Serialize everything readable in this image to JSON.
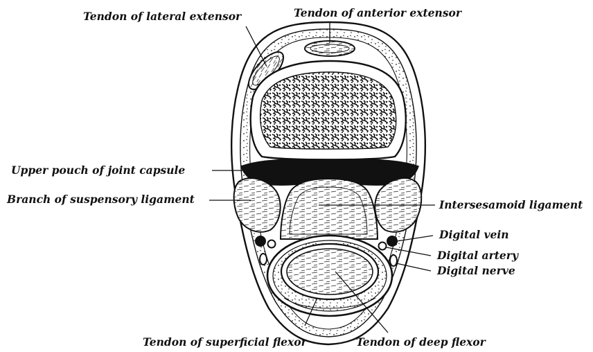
{
  "labels": {
    "tendon_lateral_extensor": "Tendon of lateral extensor",
    "tendon_anterior_extensor": "Tendon of anterior extensor",
    "upper_pouch": "Upper pouch of joint capsule",
    "branch_suspensory": "Branch of suspensory ligament",
    "intersesamoid": "Intersesamoid ligament",
    "digital_vein": "Digital vein",
    "digital_artery": "Digital artery",
    "digital_nerve": "Digital nerve",
    "tendon_superficial_flexor": "Tendon of superficial flexor",
    "tendon_deep_flexor": "Tendon of deep flexor"
  },
  "colors": {
    "ink": "#111111",
    "paper": "#ffffff",
    "shading": "#3a3a3a"
  }
}
